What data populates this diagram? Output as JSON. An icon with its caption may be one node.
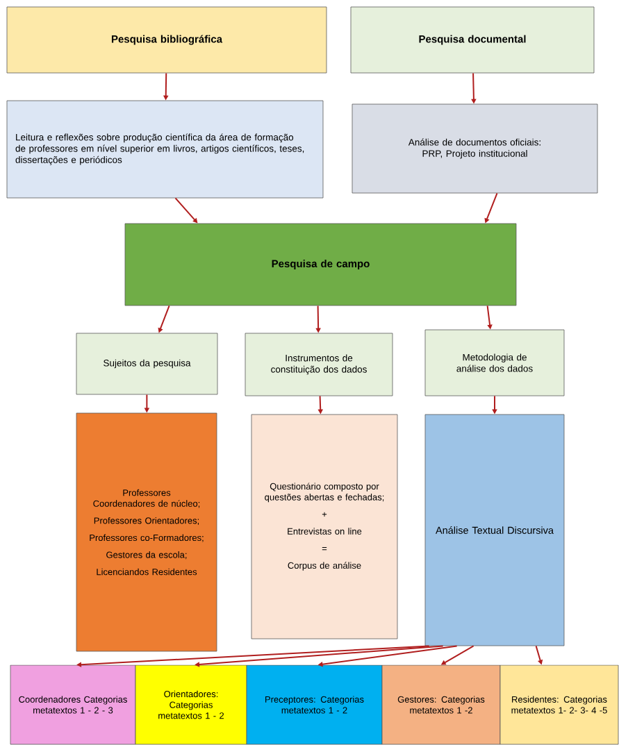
{
  "diagram": {
    "nodes": [
      {
        "text": [
          "Pesquisa bibliográfica"
        ]
      },
      {
        "text": [
          "Pesquisa documental"
        ]
      },
      {
        "text": [
          "Leitura e reflexões sobre produção científica da área de formação de professores em nível superior em livros, artigos científicos, teses, dissertações e periódicos"
        ]
      },
      {
        "text": [
          "Análise de documentos oficiais: PRP, Projeto institucional"
        ]
      },
      {
        "text": [
          "Pesquisa de campo"
        ]
      },
      {
        "text": [
          "Sujeitos da pesquisa"
        ]
      },
      {
        "text": [
          "Instrumentos de constituição dos dados"
        ]
      },
      {
        "text": [
          "Metodologia de análise dos dados"
        ]
      },
      {
        "text": [
          "Professores Coordenadores de núcleo;",
          "Professores Orientadores;",
          "Professores co-Formadores;",
          "Gestores da escola;",
          "Licenciandos Residentes"
        ]
      },
      {
        "text": [
          "Questionário composto por questões abertas e fechadas;",
          "+",
          "Entrevistas on line",
          "=",
          "Corpus de análise"
        ]
      },
      {
        "text": [
          "Análise Textual Discursiva"
        ]
      },
      {
        "text": [
          "Coordenadores Categorias metatextos 1 - 2 - 3"
        ]
      },
      {
        "text": [
          "Orientadores: Categorias metatextos 1 - 2"
        ]
      },
      {
        "text": [
          "Preceptores: Categorias metatextos 1 - 2"
        ]
      },
      {
        "text": [
          "Gestores: Categorias metatextos 1 -2"
        ]
      },
      {
        "text": [
          "Residentes: Categorias metatextos 1- 2- 3- 4 -5"
        ]
      }
    ],
    "edges": [
      {
        "from": 0,
        "to": 2,
        "arrow": "to"
      },
      {
        "from": 1,
        "to": 3,
        "arrow": "to"
      },
      {
        "from": 2,
        "to": 4,
        "arrow": "to"
      },
      {
        "from": 3,
        "to": 4,
        "arrow": "to"
      },
      {
        "from": 4,
        "to": 5,
        "arrow": "to"
      },
      {
        "from": 4,
        "to": 6,
        "arrow": "to"
      },
      {
        "from": 4,
        "to": 7,
        "arrow": "to"
      },
      {
        "from": 5,
        "to": 8,
        "arrow": "to"
      },
      {
        "from": 6,
        "to": 9,
        "arrow": "to"
      },
      {
        "from": 7,
        "to": 10,
        "arrow": "to"
      },
      {
        "from": 10,
        "to": 11,
        "arrow": "to"
      },
      {
        "from": 10,
        "to": 12,
        "arrow": "to"
      },
      {
        "from": 10,
        "to": 13,
        "arrow": "to"
      },
      {
        "from": 10,
        "to": 14,
        "arrow": "to"
      },
      {
        "from": 10,
        "to": 15,
        "arrow": "to"
      }
    ]
  }
}
